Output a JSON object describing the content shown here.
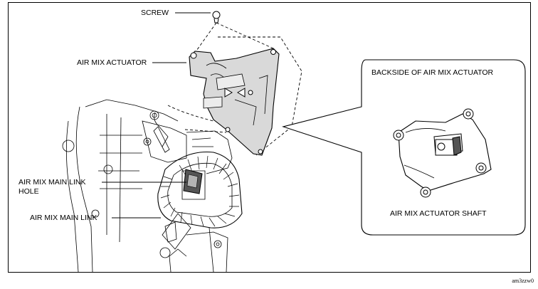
{
  "labels": {
    "screw": "SCREW",
    "actuator": "AIR MIX ACTUATOR",
    "link_hole_line1": "AIR MIX MAIN LINK",
    "link_hole_line2": "HOLE",
    "main_link": "AIR MIX MAIN LINK",
    "backside": "BACKSIDE OF AIR MIX ACTUATOR",
    "shaft": "AIR MIX ACTUATOR SHAFT"
  },
  "figure_code": "am3zzw0",
  "colors": {
    "line": "#000000",
    "actuator_fill": "#d9d9d9",
    "hole_fill": "#b3b3b3",
    "background": "#ffffff"
  }
}
